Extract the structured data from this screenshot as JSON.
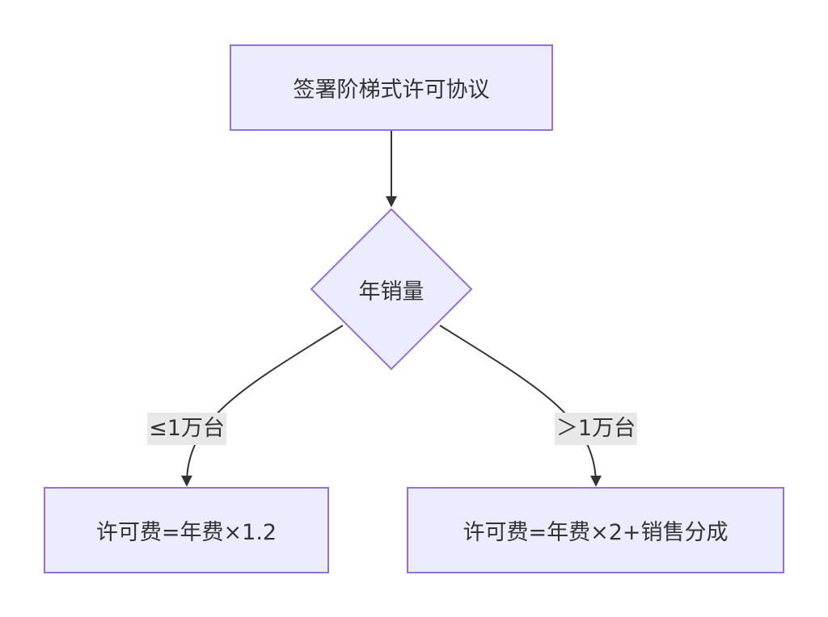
{
  "nodes": {
    "start": {
      "label": "签署阶梯式许可协议"
    },
    "decision": {
      "label": "年销量"
    },
    "left": {
      "label": "许可费=年费×1.2"
    },
    "right": {
      "label": "许可费=年费×2+销售分成"
    }
  },
  "edges": {
    "left_label": "≤1万台",
    "right_label": "＞1万台"
  },
  "colors": {
    "node_fill": "#ececff",
    "node_stroke": "#9370db",
    "edge": "#333333",
    "edge_label_bg": "#e8e8e8"
  }
}
